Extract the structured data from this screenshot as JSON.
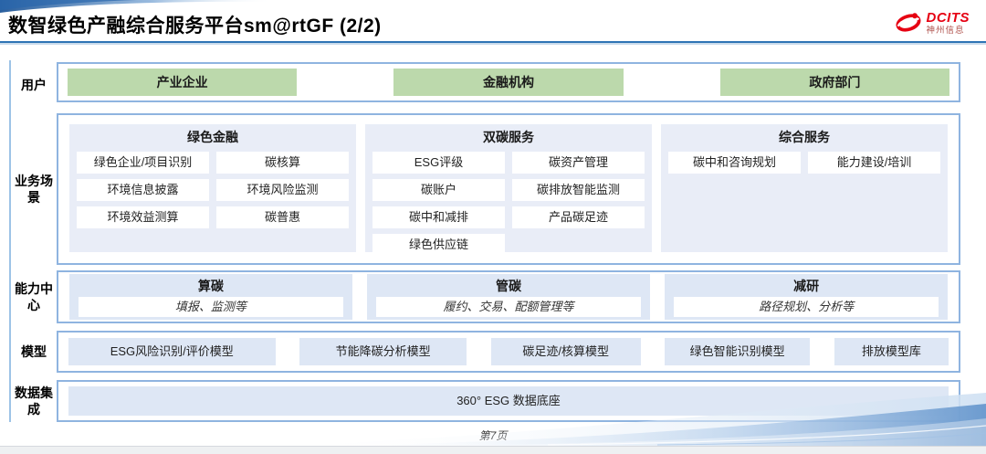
{
  "header": {
    "title": "数智绿色产融综合服务平台sm@rtGF (2/2)",
    "logo": {
      "brand": "DCITS",
      "subtitle": "神州信息"
    }
  },
  "rows": {
    "users": {
      "label": "用户",
      "items": [
        "产业企业",
        "金融机构",
        "政府部门"
      ]
    },
    "scenarios": {
      "label": "业务场景",
      "columns": [
        {
          "title": "绿色金融",
          "items": [
            "绿色企业/项目识别",
            "碳核算",
            "环境信息披露",
            "环境风险监测",
            "环境效益测算",
            "碳普惠"
          ]
        },
        {
          "title": "双碳服务",
          "items": [
            "ESG评级",
            "碳资产管理",
            "碳账户",
            "碳排放智能监测",
            "碳中和减排",
            "产品碳足迹",
            "绿色供应链"
          ]
        },
        {
          "title": "综合服务",
          "items": [
            "碳中和咨询规划",
            "能力建设/培训"
          ]
        }
      ]
    },
    "capabilities": {
      "label": "能力中心",
      "items": [
        {
          "title": "算碳",
          "desc": "填报、监测等"
        },
        {
          "title": "管碳",
          "desc": "履约、交易、配额管理等"
        },
        {
          "title": "减研",
          "desc": "路径规划、分析等"
        }
      ]
    },
    "models": {
      "label": "模型",
      "items": [
        "ESG风险识别/评价模型",
        "节能降碳分析模型",
        "碳足迹/核算模型",
        "绿色智能识别模型",
        "排放模型库"
      ]
    },
    "data_integration": {
      "label": "数据集成",
      "items": [
        "360° ESG 数据底座"
      ]
    }
  },
  "footer": {
    "page": "第7页"
  },
  "colors": {
    "title_underline": "#2e74b5",
    "row_border": "#8fb4e0",
    "left_rule": "#9dc3e6",
    "green_chip": "#bcd9ac",
    "panel_bg": "#e9edf7",
    "tile_bg": "#dee7f5",
    "logo_red": "#e60012"
  }
}
